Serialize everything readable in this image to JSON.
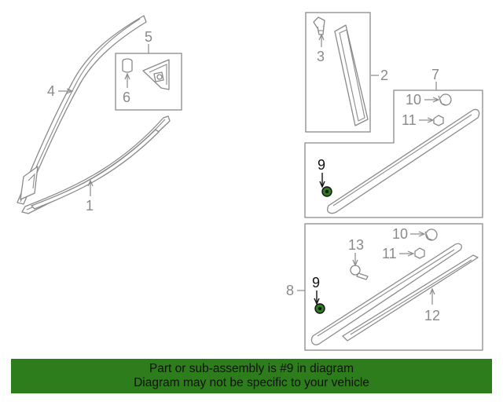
{
  "diagram": {
    "highlight_color": "#2e7d1c",
    "callouts": {
      "c1": "1",
      "c2": "2",
      "c3": "3",
      "c4": "4",
      "c5": "5",
      "c6": "6",
      "c7": "7",
      "c8": "8",
      "c9a": "9",
      "c9b": "9",
      "c10a": "10",
      "c10b": "10",
      "c11a": "11",
      "c11b": "11",
      "c12": "12",
      "c13": "13"
    },
    "highlighted_part": "9"
  },
  "banner": {
    "background": "#2e7d1c",
    "line1": "Part or sub-assembly is #9 in diagram",
    "line2": "Diagram may not be specific to your vehicle"
  }
}
